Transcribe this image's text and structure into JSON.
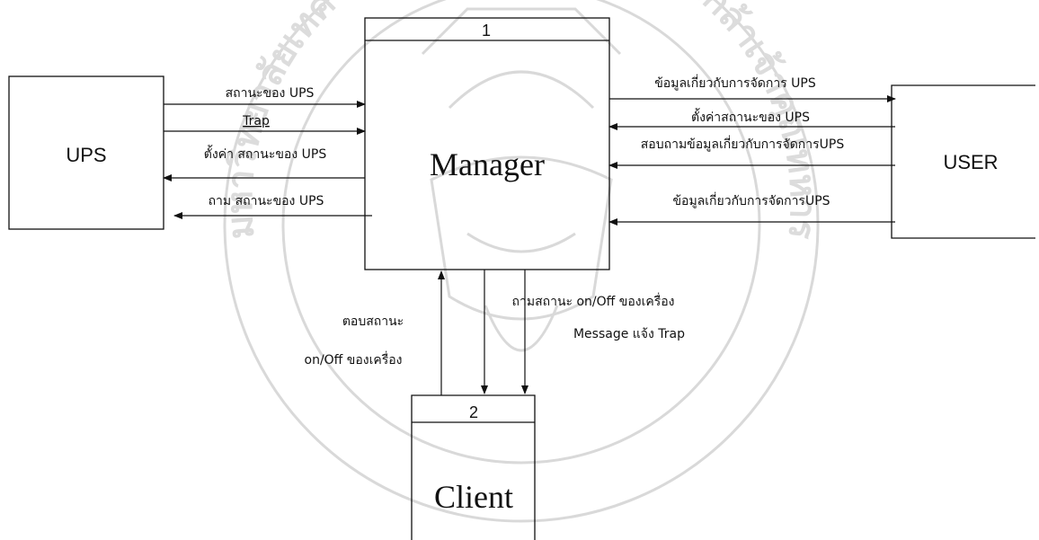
{
  "watermark": {
    "arc_text": "มหาวิทยาลัยเทคโนโลยีราชมงคลพระจอมเกล้าเจ้าคุณทหาร"
  },
  "entities": {
    "ups": "UPS",
    "user": "USER"
  },
  "processes": {
    "manager": {
      "number": "1",
      "name": "Manager"
    },
    "client": {
      "number": "2",
      "name": "Client"
    }
  },
  "flows": {
    "ups_status": "สถานะของ UPS",
    "trap": "Trap",
    "set_ups_status": "ตั้งค่า สถานะของ UPS",
    "ask_ups_status": "ถาม สถานะของ UPS",
    "ups_mgmt_info": "ข้อมูลเกี่ยวกับการจัดการ UPS",
    "user_set_status": "ตั้งค่าสถานะของ UPS",
    "query_mgmt_info": "สอบถามข้อมูลเกี่ยวกับการจัดการUPS",
    "mgmt_info": "ข้อมูลเกี่ยวกับการจัดการUPS",
    "ask_onoff": "ถามสถานะ on/Off ของเครื่อง",
    "message_trap": "Message แจ้ง Trap",
    "reply_status": "ตอบสถานะ",
    "reply_onoff": "on/Off ของเครื่อง"
  },
  "colors": {
    "line": "#111111",
    "watermark": "#d9d9d9",
    "background": "#ffffff"
  }
}
